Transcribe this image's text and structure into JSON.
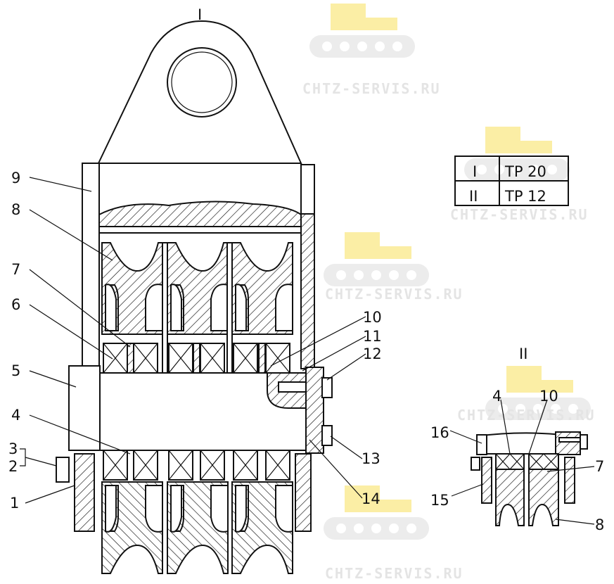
{
  "watermark": {
    "text": "CHTZ-SERVIS.RU",
    "logo_color": "#F5D547"
  },
  "views": {
    "main": "I",
    "detail": "II"
  },
  "table": {
    "rows": [
      {
        "view": "I",
        "code": "TP 20"
      },
      {
        "view": "II",
        "code": "TP 12"
      }
    ]
  },
  "main_labels": {
    "p1": "1",
    "p2": "2",
    "p3": "3",
    "p4": "4",
    "p5": "5",
    "p6": "6",
    "p7": "7",
    "p8": "8",
    "p9": "9",
    "p10": "10",
    "p11": "11",
    "p12": "12",
    "p13": "13",
    "p14": "14"
  },
  "detail_labels": {
    "p4": "4",
    "p10": "10",
    "p16": "16",
    "p7": "7",
    "p15": "15",
    "p8": "8"
  }
}
